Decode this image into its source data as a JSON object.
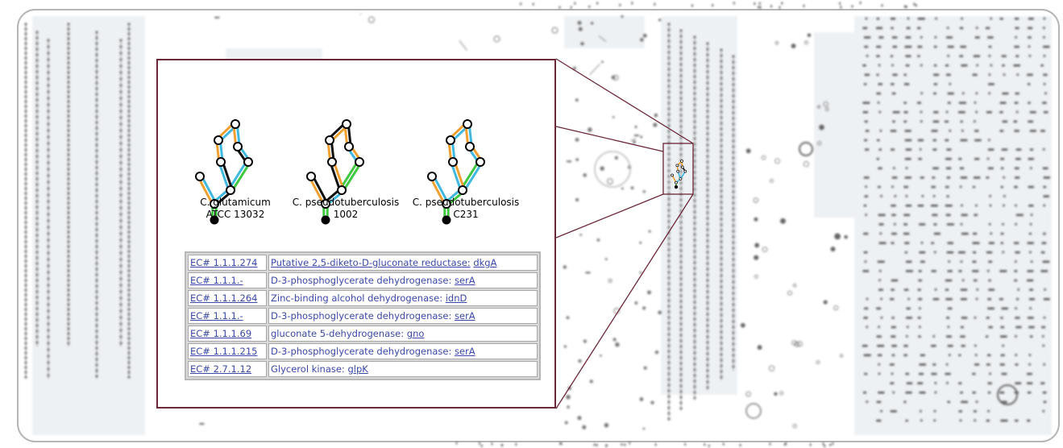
{
  "organisms": [
    {
      "name": "C. glutamicum",
      "strain": "ATCC 13032"
    },
    {
      "name": "C. pseudotuberculosis",
      "strain": "1002"
    },
    {
      "name": "C. pseudotuberculosis",
      "strain": "C231"
    }
  ],
  "enzymes": [
    {
      "ec": "EC# 1.1.1.274",
      "description": "Putative 2,5-diketo-D-gluconate reductase:",
      "gene": "dkgA"
    },
    {
      "ec": "EC# 1.1.1.-",
      "description": "D-3-phosphoglycerate dehydrogenase:",
      "gene": "serA"
    },
    {
      "ec": "EC# 1.1.1.264",
      "description": "Zinc-binding alcohol dehydrogenase:",
      "gene": "idnD"
    },
    {
      "ec": "EC# 1.1.1.-",
      "description": "D-3-phosphoglycerate dehydrogenase:",
      "gene": "serA"
    },
    {
      "ec": "EC# 1.1.1.69",
      "description": "gluconate 5-dehydrogenase:",
      "gene": "gno"
    },
    {
      "ec": "EC# 1.1.1.215",
      "description": "D-3-phosphoglycerate dehydrogenase:",
      "gene": "serA"
    },
    {
      "ec": "EC# 2.7.1.12",
      "description": "Glycerol kinase:",
      "gene": "glpK"
    }
  ],
  "colors": {
    "frame": "#6b2737",
    "edge_orange": "#f0a030",
    "edge_blue": "#40b8e0",
    "edge_green": "#40c840",
    "edge_black": "#111111",
    "link": "#3a48a8"
  }
}
